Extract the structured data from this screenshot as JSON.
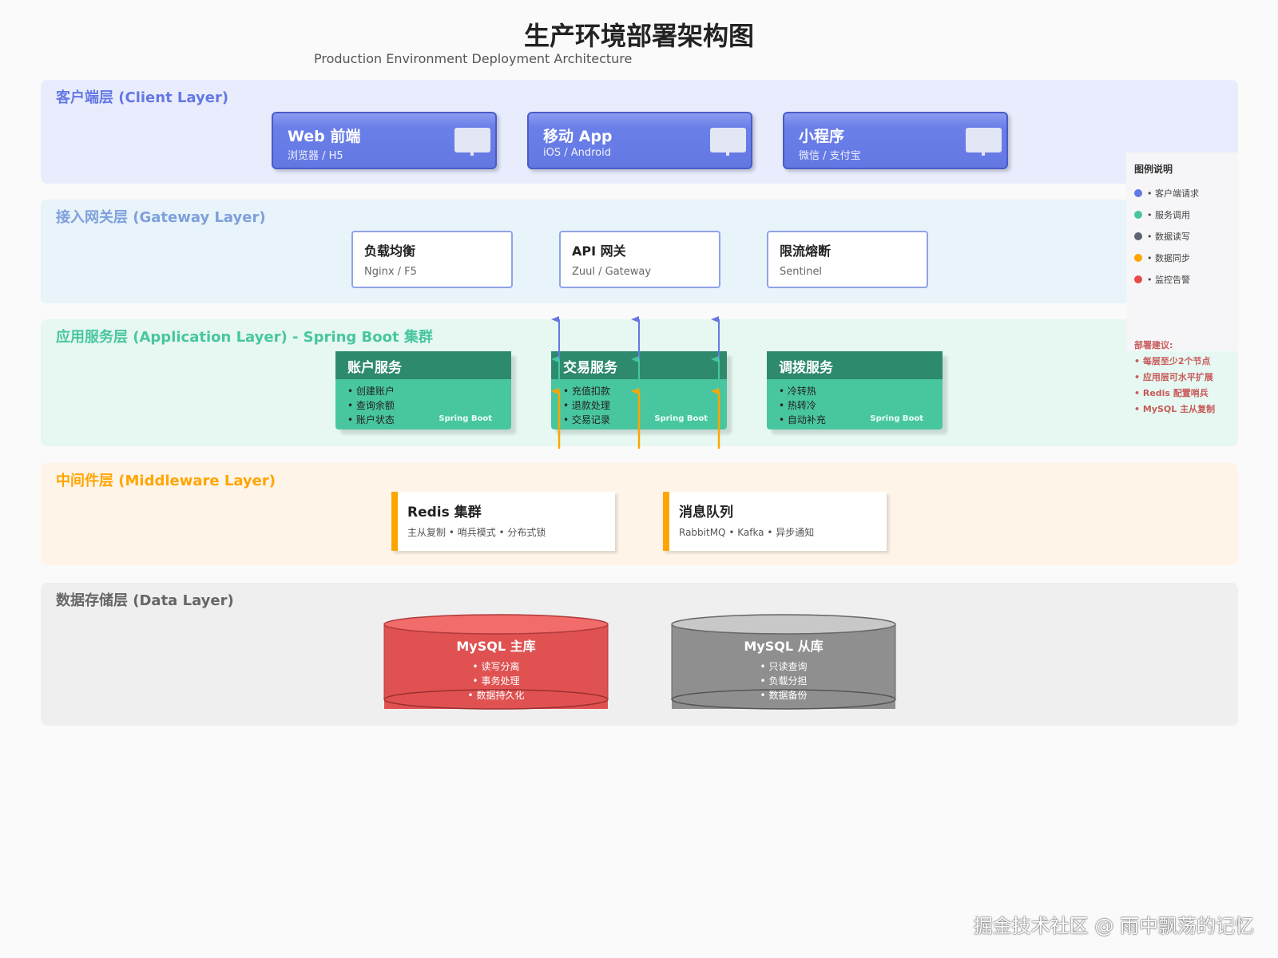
{
  "title": "生产环境部署架构图",
  "subtitle": "Production Environment Deployment Architecture",
  "layers": {
    "client": {
      "title": "客户端层 (Client Layer)",
      "color": "#6478e4",
      "cards": [
        {
          "title": "Web 前端",
          "sub": "浏览器 / H5",
          "icon": "monitor-icon"
        },
        {
          "title": "移动 App",
          "sub": "iOS / Android",
          "icon": "monitor-icon"
        },
        {
          "title": "小程序",
          "sub": "微信 / 支付宝",
          "icon": "monitor-icon"
        }
      ]
    },
    "gateway": {
      "title": "接入网关层 (Gateway Layer)",
      "color": "#7fa0dc",
      "cards": [
        {
          "title": "负载均衡",
          "sub": "Nginx / F5"
        },
        {
          "title": "API 网关",
          "sub": "Zuul / Gateway"
        },
        {
          "title": "限流熔断",
          "sub": "Sentinel"
        }
      ]
    },
    "app": {
      "title": "应用服务层 (Application Layer) - Spring Boot 集群",
      "color": "#48c6a0",
      "services": [
        {
          "title": "账户服务",
          "items": [
            "创建账户",
            "查询余额",
            "账户状态"
          ],
          "tag": "Spring Boot"
        },
        {
          "title": "交易服务",
          "items": [
            "充值扣款",
            "退款处理",
            "交易记录"
          ],
          "tag": "Spring Boot"
        },
        {
          "title": "调拨服务",
          "items": [
            "冷转热",
            "热转冷",
            "自动补充"
          ],
          "tag": "Spring Boot"
        }
      ]
    },
    "middleware": {
      "title": "中间件层 (Middleware Layer)",
      "color": "#ffa500",
      "cards": [
        {
          "title": "Redis 集群",
          "sub": "主从复制 • 哨兵模式 • 分布式锁"
        },
        {
          "title": "消息队列",
          "sub": "RabbitMQ • Kafka • 异步通知"
        }
      ]
    },
    "data": {
      "title": "数据存储层 (Data Layer)",
      "color": "#666666",
      "dbs": [
        {
          "title": "MySQL 主库",
          "items": [
            "• 读写分离",
            "• 事务处理",
            "• 数据持久化"
          ],
          "color": "#e05252"
        },
        {
          "title": "MySQL 从库",
          "items": [
            "• 只读查询",
            "• 负载分担",
            "• 数据备份"
          ],
          "color": "#8f8f8f"
        }
      ]
    }
  },
  "legend": {
    "title": "图例说明",
    "items": [
      {
        "label": "• 客户端请求",
        "color": "#6478e4"
      },
      {
        "label": "• 服务调用",
        "color": "#48c6a0"
      },
      {
        "label": "• 数据读写",
        "color": "#5f6272"
      },
      {
        "label": "• 数据同步",
        "color": "#ffa500"
      },
      {
        "label": "• 监控告警",
        "color": "#e84a4a"
      }
    ]
  },
  "advice": {
    "title": "部署建议:",
    "items": [
      "• 每层至少2个节点",
      "• 应用层可水平扩展",
      "• Redis 配置哨兵",
      "• MySQL 主从复制"
    ]
  },
  "watermark": "掘金技术社区 @ 雨中飘荡的记忆"
}
